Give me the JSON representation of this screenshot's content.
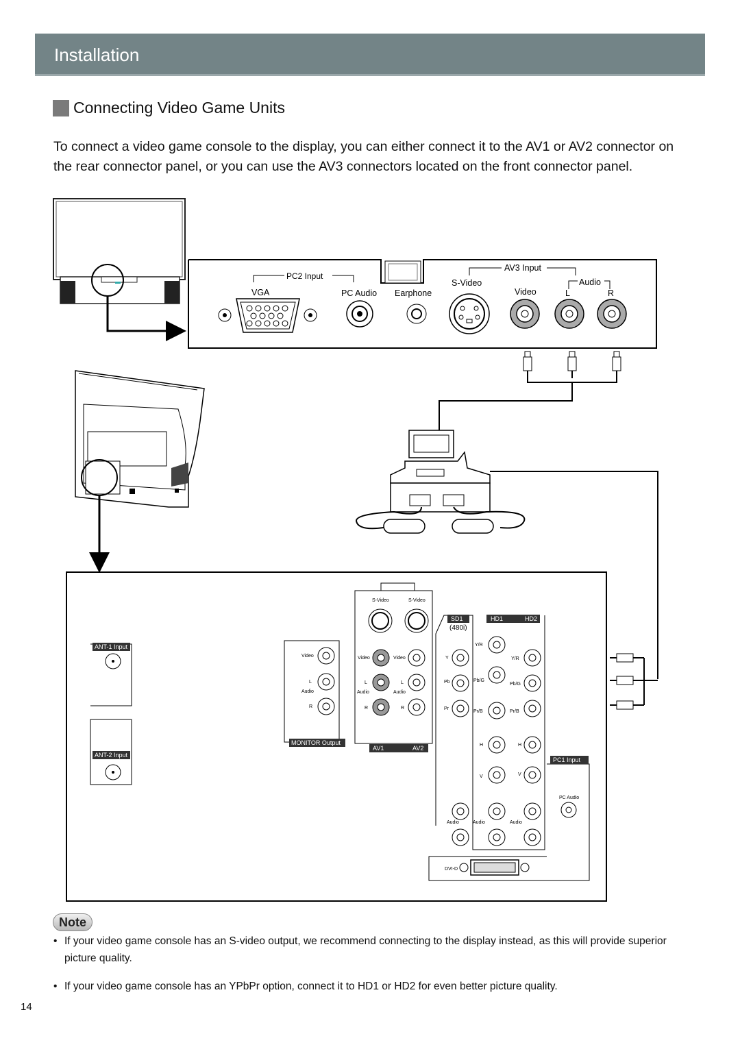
{
  "header": {
    "title": "Installation"
  },
  "section": {
    "title": "Connecting Video Game Units"
  },
  "intro": "To connect a video game console to the display, you can either connect it to the AV1 or AV2 connector on the rear connector panel, or you can use the AV3 connectors located on the front connector panel.",
  "front_panel": {
    "pc2_input": "PC2 Input",
    "vga": "VGA",
    "pc_audio": "PC Audio",
    "earphone": "Earphone",
    "av3_input": "AV3 Input",
    "s_video": "S-Video",
    "audio": "Audio",
    "video": "Video",
    "left": "L",
    "right": "R"
  },
  "rear_panel": {
    "ant1": "ANT-1 Input",
    "ant2": "ANT-2 Input",
    "s_video_1": "S-Video",
    "s_video_2": "S-Video",
    "video_mon": "Video",
    "video_av1": "Video",
    "video_av2": "Video",
    "l": "L",
    "r": "R",
    "audio": "Audio",
    "monitor_output": "MONITOR Output",
    "av1": "AV1",
    "av2": "AV2",
    "sd1": "SD1",
    "sd1_sub": "(480i)",
    "hd1": "HD1",
    "hd2": "HD2",
    "y": "Y",
    "pb": "Pb",
    "pr": "Pr",
    "yr": "Y/R",
    "pbg": "Pb/G",
    "prb": "Pr/B",
    "h": "H",
    "v": "V",
    "pc1_input": "PC1 Input",
    "pc_audio": "PC Audio",
    "dvi_d": "DVI-D"
  },
  "note": {
    "label": "Note",
    "items": [
      "If your video game console has an S-video output, we recommend connecting to the display instead, as this will provide  superior picture quality.",
      "If your video game console has an YPbPr option, connect it to HD1 or HD2 for even better picture quality."
    ]
  },
  "page_number": "14"
}
